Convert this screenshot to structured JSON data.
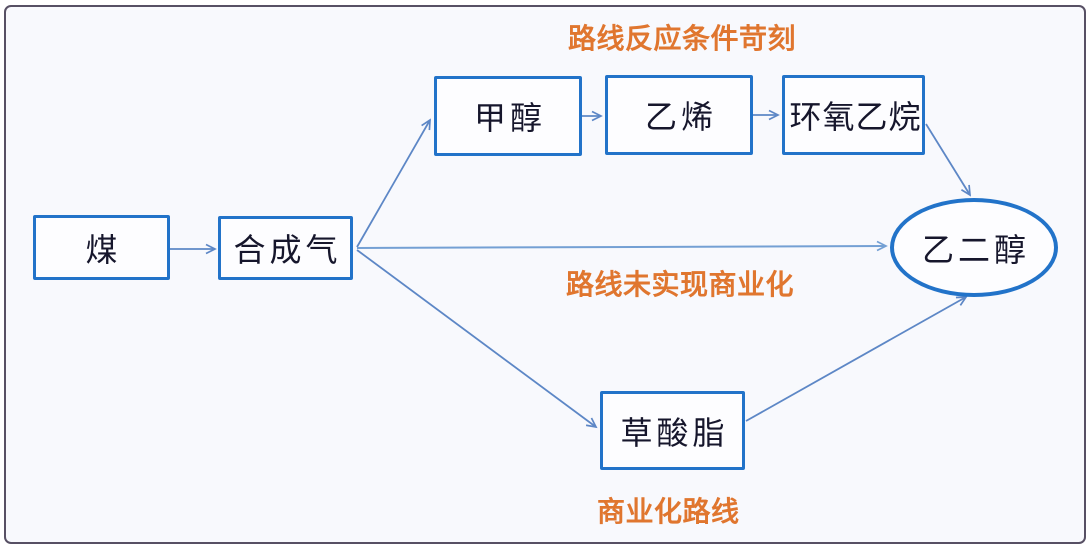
{
  "diagram": {
    "description": "Coal-to-ethylene-glycol chemical production routes flowchart",
    "nodes": [
      {
        "id": "coal",
        "label": "煤",
        "shape": "rect"
      },
      {
        "id": "syngas",
        "label": "合成气",
        "shape": "rect"
      },
      {
        "id": "methanol",
        "label": "甲醇",
        "shape": "rect"
      },
      {
        "id": "ethylene",
        "label": "乙烯",
        "shape": "rect"
      },
      {
        "id": "ethylene-oxide",
        "label": "环氧乙烷",
        "shape": "rect"
      },
      {
        "id": "oxalate-ester",
        "label": "草酸脂",
        "shape": "rect"
      },
      {
        "id": "ethylene-glycol",
        "label": "乙二醇",
        "shape": "ellipse"
      }
    ],
    "edges": [
      {
        "from": "coal",
        "to": "syngas"
      },
      {
        "from": "syngas",
        "to": "methanol"
      },
      {
        "from": "syngas",
        "to": "ethylene-glycol"
      },
      {
        "from": "syngas",
        "to": "oxalate-ester"
      },
      {
        "from": "methanol",
        "to": "ethylene"
      },
      {
        "from": "ethylene",
        "to": "ethylene-oxide"
      },
      {
        "from": "ethylene-oxide",
        "to": "ethylene-glycol"
      },
      {
        "from": "oxalate-ester",
        "to": "ethylene-glycol"
      }
    ],
    "annotations": {
      "top": "路线反应条件苛刻",
      "middle": "路线未实现商业化",
      "bottom": "商业化路线"
    },
    "colors": {
      "node_border": "#2273c9",
      "node_text": "#16162c",
      "edge_line": "#5d87c6",
      "edge_line_light": "#74a0d4",
      "annotation_text": "#e0762f",
      "canvas_background": "#f8f9fd",
      "frame_border": "#575064"
    }
  }
}
